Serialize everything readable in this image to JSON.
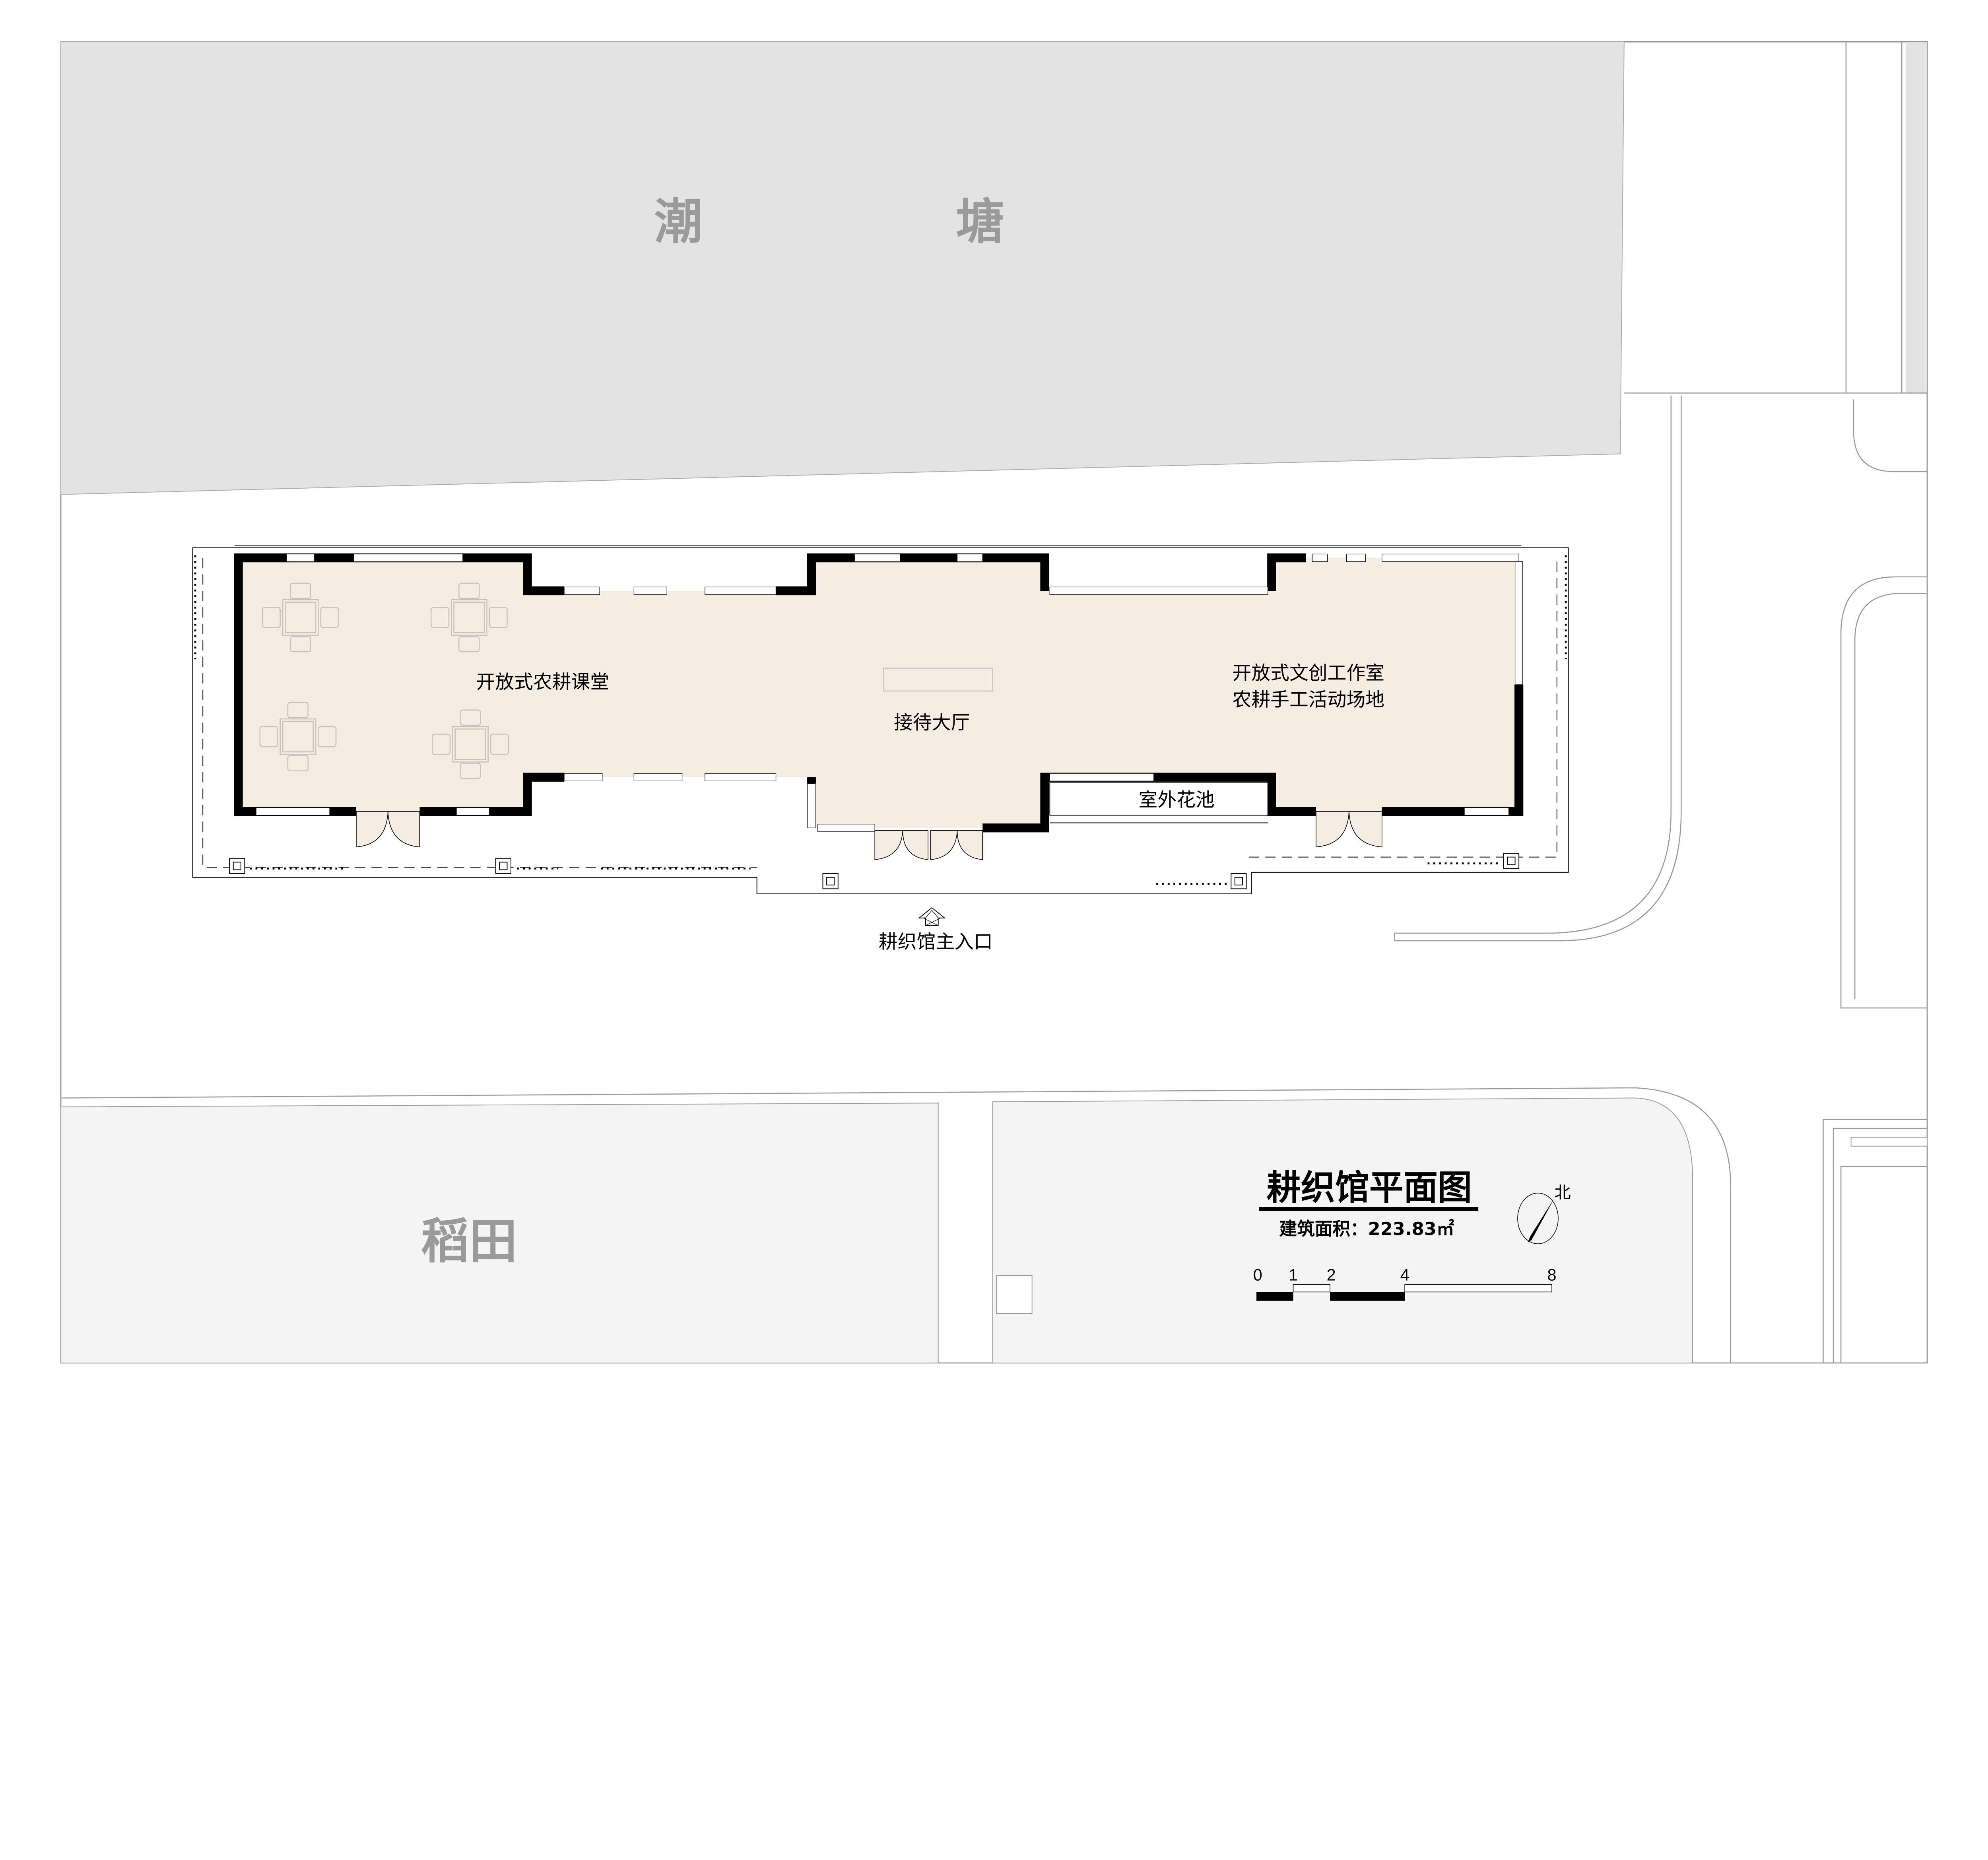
{
  "site": {
    "pond_label_1": "潮",
    "pond_label_2": "塘",
    "field_label": "稻田"
  },
  "rooms": {
    "classroom": "开放式农耕课堂",
    "lobby": "接待大厅",
    "studio_line1": "开放式文创工作室",
    "studio_line2": "农耕手工活动场地",
    "flower_pool": "室外花池"
  },
  "entrance": {
    "label": "耕织馆主入口",
    "icon": "entrance-arrow-icon"
  },
  "title_block": {
    "title": "耕织馆平面图",
    "area": "建筑面积：223.83㎡",
    "north_label": "北",
    "scale_labels": [
      "0",
      "1",
      "2",
      "4",
      "8"
    ]
  },
  "colors": {
    "pond": "#e3e3e3",
    "field": "#f4f4f4",
    "floor": "#f5ece2",
    "wall": "#000000",
    "site_text": "#9a9a9a"
  }
}
